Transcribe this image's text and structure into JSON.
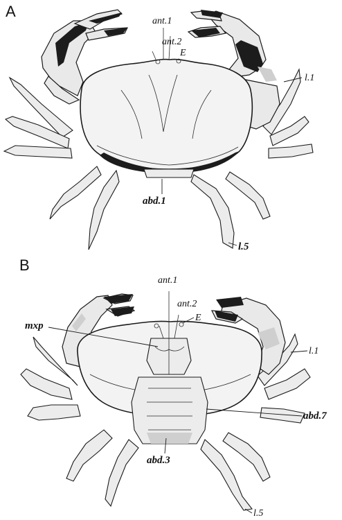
{
  "figure": {
    "panels": [
      {
        "letter": "A",
        "view": "dorsal",
        "labels": {
          "ant1": "ant.1",
          "ant2": "ant.2",
          "e": "E",
          "l1": "l.1",
          "abd1": "abd.1",
          "l5": "l.5"
        }
      },
      {
        "letter": "B",
        "view": "ventral",
        "labels": {
          "ant1": "ant.1",
          "ant2": "ant.2",
          "e": "E",
          "mxp": "mxp",
          "l1": "l.1",
          "abd7": "abd.7",
          "abd3": "abd.3",
          "l5": "l.5"
        }
      }
    ],
    "colors": {
      "ink": "#1a1a1a",
      "paper": "#ffffff",
      "shade": "#cfcfcf"
    }
  }
}
